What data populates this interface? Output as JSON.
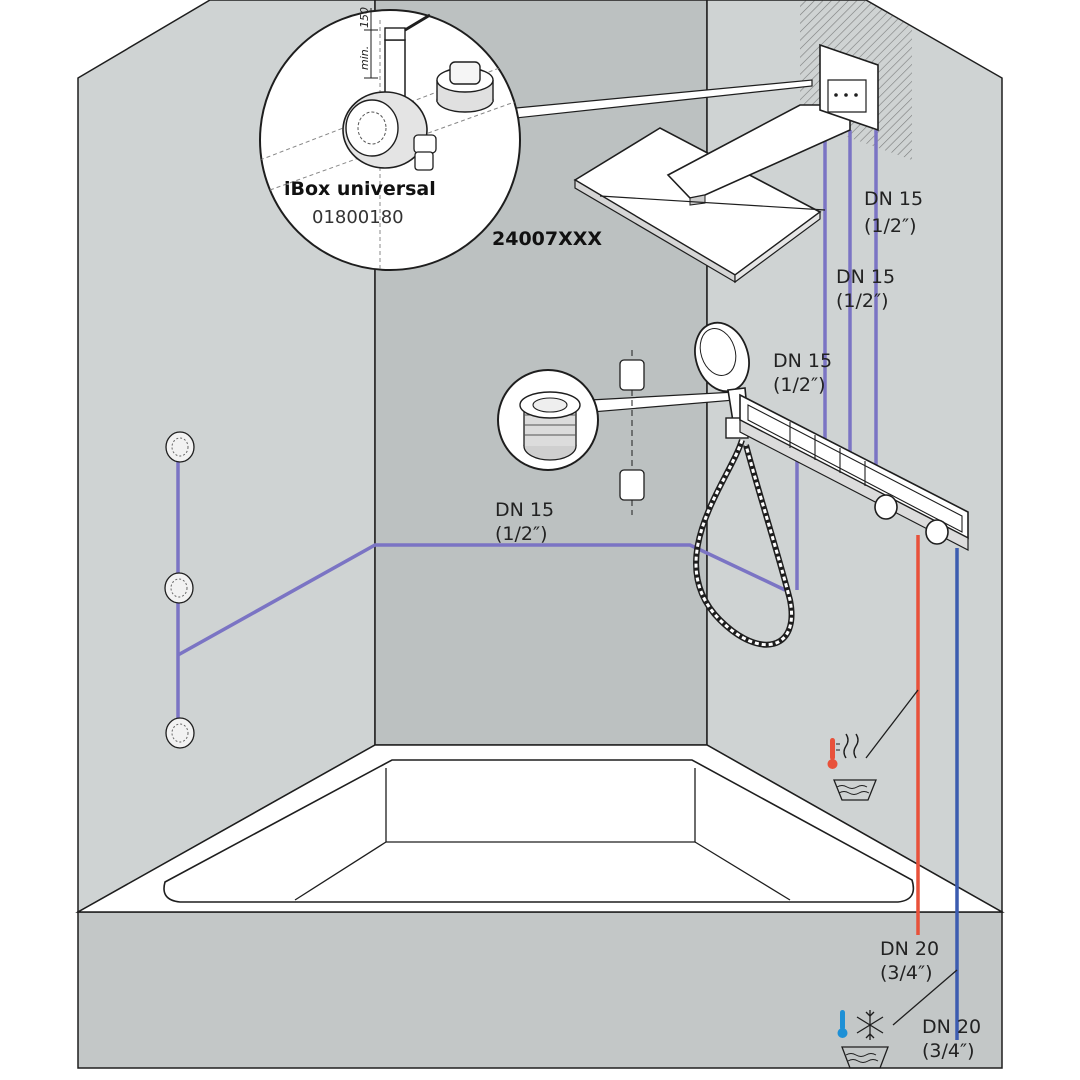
{
  "callout_top": {
    "product_name": "iBox universal",
    "product_code": "01800180",
    "dimension_value": "150",
    "dimension_min": "min."
  },
  "overhead_shower": {
    "code": "24007XXX"
  },
  "pipes": {
    "dn15_a": {
      "size": "DN 15",
      "inch": "(1/2″)"
    },
    "dn15_b": {
      "size": "DN 15",
      "inch": "(1/2″)"
    },
    "dn15_c": {
      "size": "DN 15",
      "inch": "(1/2″)"
    },
    "dn15_d": {
      "size": "DN 15",
      "inch": "(1/2″)"
    },
    "hot_supply": {
      "size": "DN 20",
      "inch": "(3/4″)"
    },
    "cold_supply": {
      "size": "DN 20",
      "inch": "(3/4″)"
    }
  },
  "colors": {
    "wall_light": "#cfd3d3",
    "wall_dark": "#bcc1c1",
    "floor": "#c3c7c7",
    "pipe_purple": "#7b74c4",
    "pipe_hot": "#e8513a",
    "pipe_cold": "#3c5cb0",
    "outline": "#1e1e1e"
  },
  "icons": [
    "hot-water-icon",
    "cold-water-icon",
    "body-jet-icon",
    "thermostat-knob-icon"
  ]
}
